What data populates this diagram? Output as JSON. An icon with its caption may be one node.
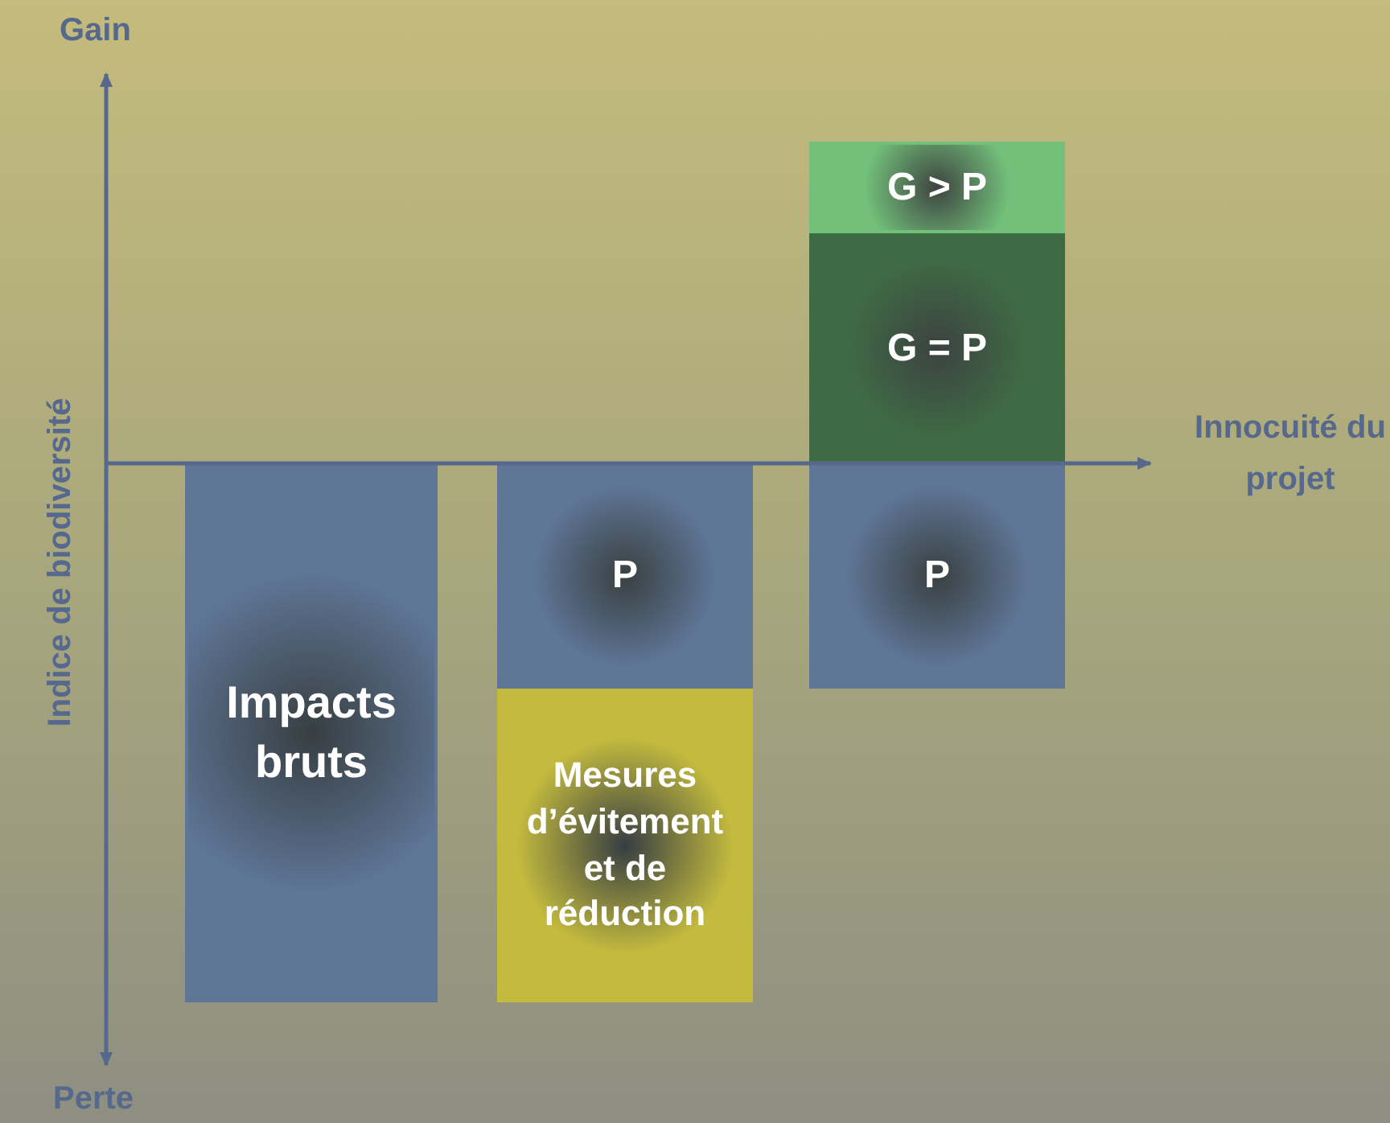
{
  "diagram": {
    "nodes": [
      {
        "text": [
          "Impacts bruts"
        ]
      },
      {
        "text": [
          "P"
        ]
      },
      {
        "text": [
          "Mesures d’évitement et de réduction"
        ]
      },
      {
        "text": [
          "G > P"
        ]
      },
      {
        "text": [
          "G = P"
        ]
      },
      {
        "text": [
          "P"
        ]
      }
    ],
    "labels": [
      "Gain",
      "Indice de biodiversité",
      "Innocuité du projet",
      "Perte"
    ]
  }
}
